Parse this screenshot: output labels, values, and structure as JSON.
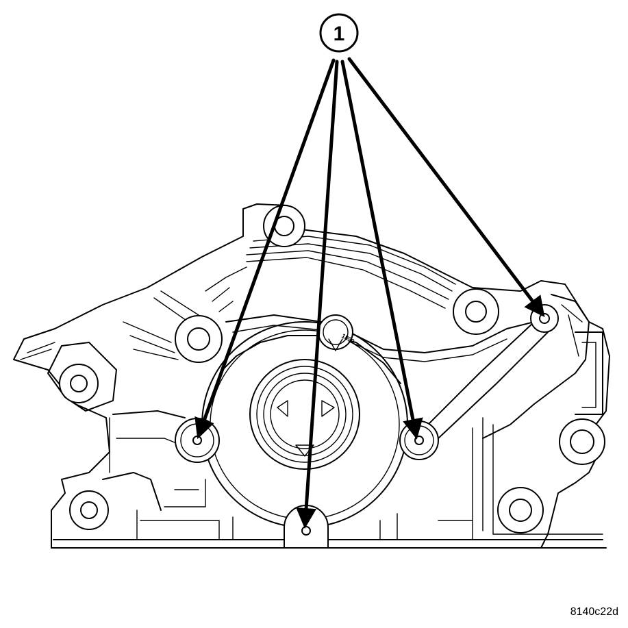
{
  "callout": {
    "label": "1"
  },
  "pump_mark": "1890",
  "figure_code": "8140c22d"
}
